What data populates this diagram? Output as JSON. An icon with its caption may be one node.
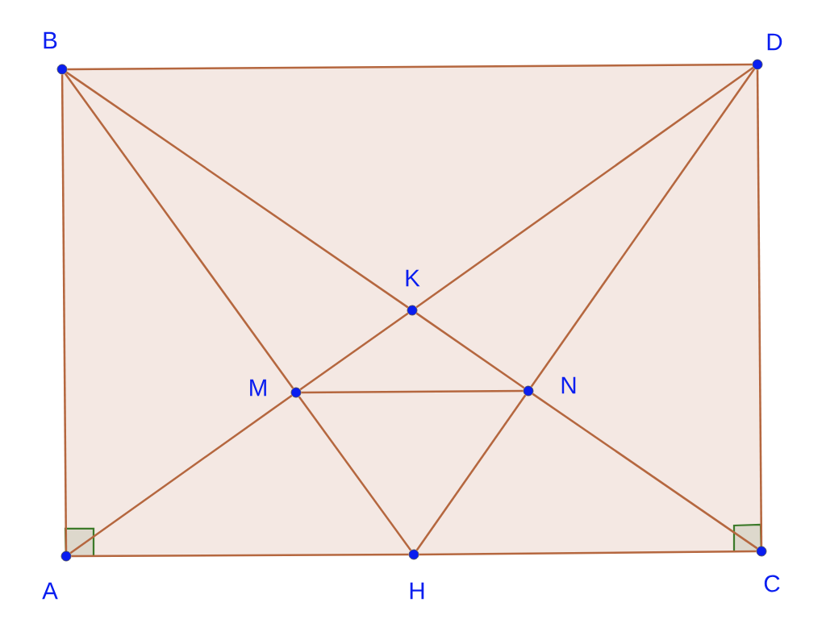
{
  "diagram": {
    "nodes": [
      {
        "text": [],
        "shape": "circle",
        "beside": [
          "A"
        ]
      },
      {
        "text": [],
        "shape": "circle",
        "beside": [
          "B"
        ]
      },
      {
        "text": [],
        "shape": "circle",
        "beside": [
          "C"
        ]
      },
      {
        "text": [],
        "shape": "circle",
        "beside": [
          "D"
        ]
      },
      {
        "text": [],
        "shape": "circle",
        "beside": [
          "H"
        ]
      },
      {
        "text": [],
        "shape": "circle",
        "beside": [
          "K"
        ]
      },
      {
        "text": [],
        "shape": "circle",
        "beside": [
          "M"
        ]
      },
      {
        "text": [],
        "shape": "circle",
        "beside": [
          "N"
        ]
      }
    ],
    "edges": [
      {
        "from": 0,
        "to": 1,
        "arrow": "none"
      },
      {
        "from": 1,
        "to": 3,
        "arrow": "none"
      },
      {
        "from": 3,
        "to": 2,
        "arrow": "none"
      },
      {
        "from": 0,
        "to": 4,
        "arrow": "none"
      },
      {
        "from": 4,
        "to": 2,
        "arrow": "none"
      },
      {
        "from": 1,
        "to": 6,
        "arrow": "none"
      },
      {
        "from": 6,
        "to": 4,
        "arrow": "none"
      },
      {
        "from": 3,
        "to": 7,
        "arrow": "none"
      },
      {
        "from": 7,
        "to": 4,
        "arrow": "none"
      },
      {
        "from": 1,
        "to": 5,
        "arrow": "none"
      },
      {
        "from": 5,
        "to": 7,
        "arrow": "none"
      },
      {
        "from": 7,
        "to": 2,
        "arrow": "none"
      },
      {
        "from": 3,
        "to": 5,
        "arrow": "none"
      },
      {
        "from": 5,
        "to": 6,
        "arrow": "none"
      },
      {
        "from": 6,
        "to": 0,
        "arrow": "none"
      },
      {
        "from": 6,
        "to": 7,
        "arrow": "none"
      }
    ]
  }
}
